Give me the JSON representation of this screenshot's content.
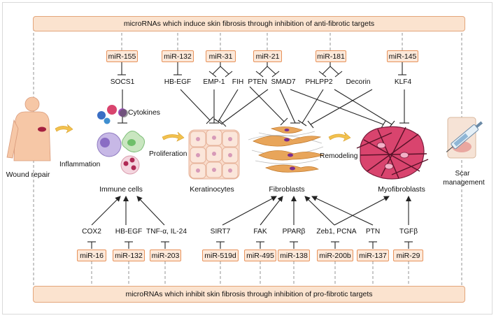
{
  "top_banner": "microRNAs which induce skin fibrosis through inhibition of anti-fibrotic targets",
  "bottom_banner": "microRNAs which inhibit skin fibrosis through inhibition of pro-fibrotic targets",
  "top_mirnas": [
    "miR-155",
    "miR-132",
    "miR-31",
    "miR-21",
    "miR-181",
    "miR-145"
  ],
  "top_targets": [
    "SOCS1",
    "HB-EGF",
    "EMP-1",
    "FIH",
    "PTEN",
    "SMAD7",
    "PHLPP2",
    "Decorin",
    "KLF4"
  ],
  "bottom_mirnas": [
    "miR-16",
    "miR-132",
    "miR-203",
    "miR-519d",
    "miR-495",
    "miR-138",
    "miR-200b",
    "miR-137",
    "miR-29"
  ],
  "bottom_targets": [
    "COX2",
    "HB-EGF",
    "TNF-α, IL-24",
    "SIRT7",
    "FAK",
    "PPARβ",
    "Zeb1, PCNA",
    "PTN",
    "TGFβ"
  ],
  "stages": {
    "wound_repair": "Wound repair",
    "inflammation": "Inflammation",
    "cytokines": "Cytokines",
    "immune_cells": "Immune cells",
    "proliferation": "Proliferation",
    "keratinocytes": "Keratinocytes",
    "fibroblasts": "Fibroblasts",
    "remodeling": "Remodeling",
    "myofibroblasts": "Myofibroblasts",
    "scar_management_line1": "Scar",
    "scar_management_line2": "management"
  },
  "colors": {
    "banner_fill": "#fbe3cf",
    "banner_border": "#e3a57a",
    "mirna_border": "#e8925a",
    "arrow_yellow": "#f2c14e",
    "cell_pink": "#d9446e",
    "skin": "#f6c7a6"
  }
}
